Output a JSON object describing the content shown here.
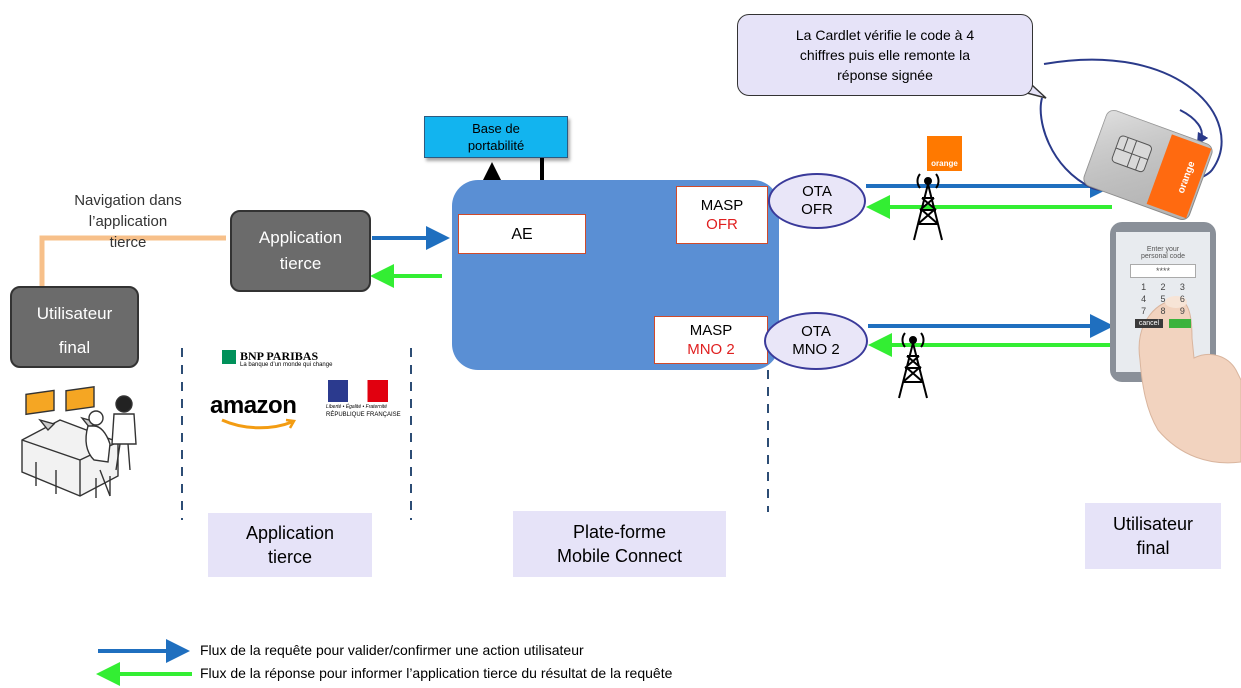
{
  "navigation_label": [
    "Navigation dans",
    "l’application",
    "tierce"
  ],
  "user_box": [
    "Utilisateur",
    "final"
  ],
  "app_box": [
    "Application",
    "tierce"
  ],
  "portability_box": [
    "Base de",
    "portabilité"
  ],
  "ae_label": "AE",
  "masp_ofr": {
    "line1": "MASP",
    "line2": "OFR"
  },
  "masp_mno2": {
    "line1": "MASP",
    "line2": "MNO 2"
  },
  "ota_ofr": [
    "OTA",
    "OFR"
  ],
  "ota_mno2": [
    "OTA",
    "MNO 2"
  ],
  "orange_logo": "orange",
  "sim_brand": "orange",
  "bubble_text": [
    "La Cardlet vérifie le code à 4",
    "chiffres puis elle remonte la",
    "réponse signée"
  ],
  "bnp": {
    "name": "BNP PARIBAS",
    "tagline": "La banque d’un monde qui change"
  },
  "amazon": "amazon",
  "republique": {
    "motto": "Liberté • Égalité • Fraternité",
    "name": "RÉPUBLIQUE FRANÇAISE"
  },
  "phone": {
    "prompt": [
      "Enter your",
      "personal code"
    ],
    "code": "****",
    "keys": [
      "1",
      "2",
      "3",
      "4",
      "5",
      "6",
      "7",
      "8",
      "9"
    ],
    "cancel": "cancel",
    "ok": "OK"
  },
  "labels": {
    "app": [
      "Application",
      "tierce"
    ],
    "platform": [
      "Plate-forme",
      "Mobile Connect"
    ],
    "user": [
      "Utilisateur",
      "final"
    ]
  },
  "legend": {
    "request": "Flux de la requête pour valider/confirmer une action utilisateur",
    "response": "Flux de la réponse pour informer l’application  tierce du résultat de la requête"
  },
  "colors": {
    "request": "#1f6fbf",
    "response": "#33ee33",
    "routing": "#6a2c9a",
    "navigation": "#f7c08a",
    "platform": "#5a8fd4"
  }
}
